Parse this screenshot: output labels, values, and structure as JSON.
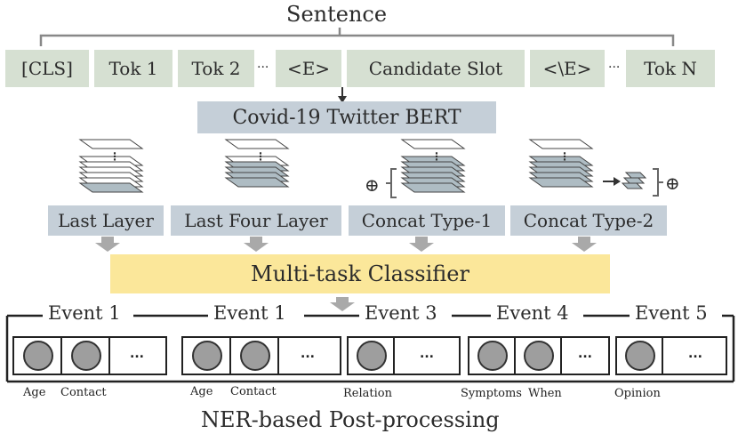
{
  "sentence_title": "Sentence",
  "tokens": [
    "[CLS]",
    "Tok 1",
    "Tok 2",
    "<E>",
    "Candidate Slot",
    "<\\E>",
    "Tok N"
  ],
  "ellipsis": "...",
  "bert_label": "Covid-19 Twitter BERT",
  "layer_options": [
    "Last Layer",
    "Last Four Layer",
    "Concat Type-1",
    "Concat Type-2"
  ],
  "concat_symbol": "⊕",
  "classifier_label": "Multi-task Classifier",
  "events": [
    "Event 1",
    "Event 1",
    "Event 3",
    "Event 4",
    "Event 5"
  ],
  "cell_dots": "...",
  "slot_labels": {
    "e1": [
      "Age",
      "Contact"
    ],
    "e2": [
      "Age",
      "Contact"
    ],
    "e3": [
      "Relation"
    ],
    "e4": [
      "Symptoms",
      "When"
    ],
    "e5": [
      "Opinion"
    ]
  },
  "footer_label": "NER-based Post-processing",
  "colors": {
    "token_fill": "#d6e0d2",
    "bert_fill": "#c5cfd8",
    "classifier_fill": "#fbe79a",
    "layer_fill": "#aebcc3",
    "slot_circle": "#9e9e9e"
  }
}
